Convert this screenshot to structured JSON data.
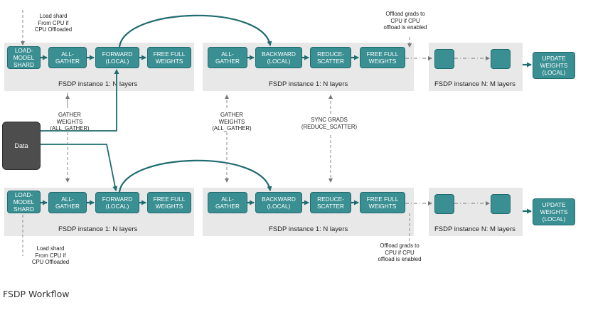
{
  "diagram": {
    "row1": {
      "instance1": {
        "label": "FSDP instance 1: N layers",
        "nodes": [
          "LOAD-\nMODEL\nSHARD",
          "ALL-\nGATHER",
          "FORWARD\n(LOCAL)",
          "FREE FULL\nWEIGHTS"
        ]
      },
      "instance2": {
        "label": "FSDP instance 1: N layers",
        "nodes": [
          "ALL-\nGATHER",
          "BACKWARD\n(LOCAL)",
          "REDUCE-\nSCATTER",
          "FREE FULL\nWEIGHTS"
        ]
      },
      "instanceN": {
        "label": "FSDP instance N: M layers"
      },
      "update": "UPDATE\nWEIGHTS\n(LOCAL)"
    },
    "row2": {
      "instance1": {
        "label": "FSDP instance 1: N layers",
        "nodes": [
          "LOAD-\nMODEL\nSHARD",
          "ALL-\nGATHER",
          "FORWARD\n(LOCAL)",
          "FREE FULL\nWEIGHTS"
        ]
      },
      "instance2": {
        "label": "FSDP instance 1: N layers",
        "nodes": [
          "ALL-\nGATHER",
          "BACKWARD\n(LOCAL)",
          "REDUCE-\nSCATTER",
          "FREE FULL\nWEIGHTS"
        ]
      },
      "instanceN": {
        "label": "FSDP instance N: M layers"
      },
      "update": "UPDATE\nWEIGHTS\n(LOCAL)"
    },
    "data_node": "Data",
    "notes": {
      "load_shard_top": "Load shard\nFrom CPU if\nCPU Offloaded",
      "load_shard_bottom": "Load shard\nFrom CPU if\nCPU Offloaded",
      "offload_top": "Offload grads to\nCPU if CPU\noffload is enabled",
      "offload_bottom": "Offload grads to\nCPU if CPU\noffload is enabled",
      "gather_left": "GATHER\nWEIGHTS\n(ALL_GATHER)",
      "gather_mid": "GATHER\nWEIGHTS\n(ALL_GATHER)",
      "sync_grads": "SYNC GRADS\n(REDUCE_SCATTER)"
    },
    "colors": {
      "node_fill": "#3a8f93",
      "node_border": "#1f6b6f",
      "panel": "#e8e8e8",
      "connector": "#1f6b6f",
      "dashed": "#888888",
      "data_fill": "#4d4d4d"
    }
  },
  "caption": "FSDP Workflow"
}
